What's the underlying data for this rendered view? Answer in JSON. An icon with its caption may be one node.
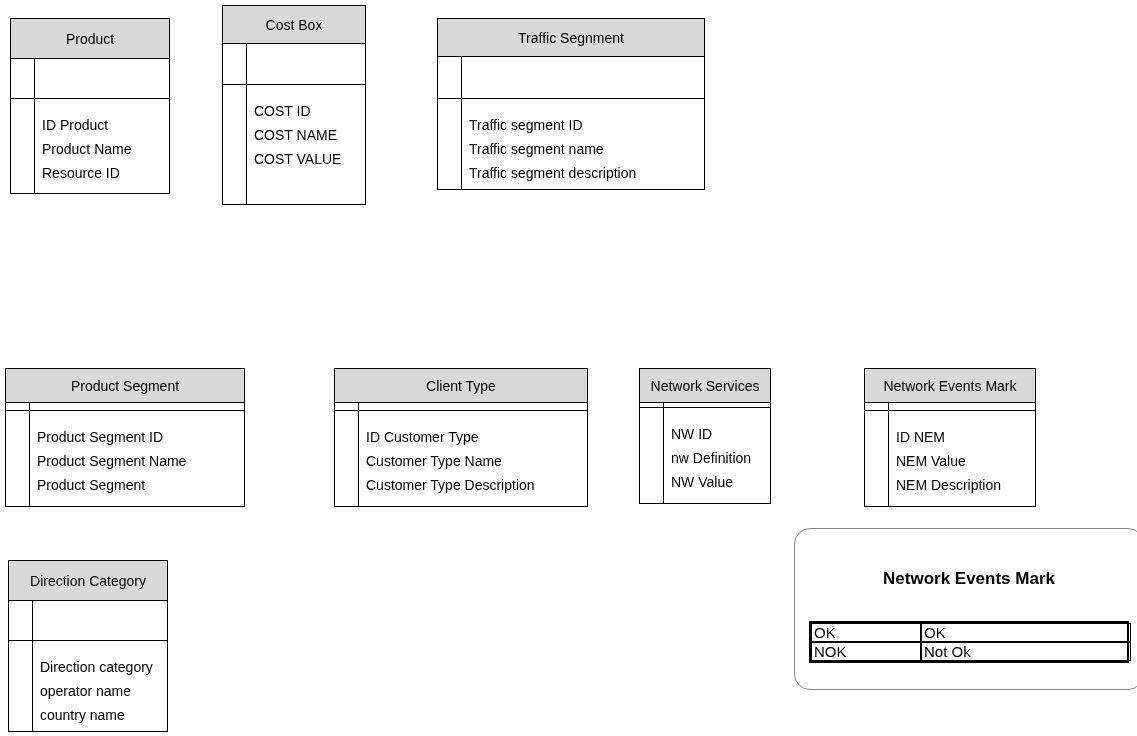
{
  "diagram": {
    "nodes": [
      {
        "text": [
          "Product",
          "ID Product",
          "Product Name",
          "Resource ID"
        ]
      },
      {
        "text": [
          "Cost Box",
          "COST ID",
          "COST NAME",
          "COST VALUE"
        ]
      },
      {
        "text": [
          "Traffic Segnment",
          "Traffic segment ID",
          "Traffic segment name",
          "Traffic segment description"
        ]
      },
      {
        "text": [
          "Product Segment",
          "Product Segment ID",
          "Product Segment Name",
          "Product Segment"
        ]
      },
      {
        "text": [
          "Client Type",
          "ID Customer Type",
          "Customer Type Name",
          "Customer Type Description"
        ]
      },
      {
        "text": [
          "Network Services",
          "NW ID",
          "nw Definition",
          "NW Value"
        ]
      },
      {
        "text": [
          "Network Events Mark",
          "ID NEM",
          "NEM Value",
          "NEM Description"
        ]
      },
      {
        "text": [
          "Direction Category",
          "Direction category",
          "operator name",
          "country name"
        ]
      },
      {
        "text": [
          "Network Events Mark",
          "OK",
          "OK",
          "NOK",
          "Not Ok"
        ]
      }
    ]
  }
}
